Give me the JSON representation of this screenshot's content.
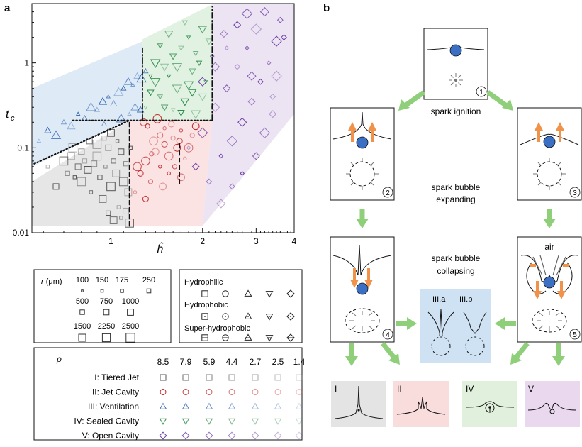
{
  "panel_labels": {
    "a": "a",
    "b": "b"
  },
  "chart_data": {
    "type": "scatter",
    "title": "",
    "xlabel": "ĥ",
    "ylabel": "t_c",
    "ylabel_main": "t",
    "ylabel_sub": "c",
    "xscale": "log",
    "yscale": "log",
    "xlim": [
      0.55,
      4.0
    ],
    "ylim": [
      0.01,
      5.0
    ],
    "x_ticks": [
      {
        "value": 1,
        "label": "1"
      },
      {
        "value": 2,
        "label": "2"
      },
      {
        "value": 3,
        "label": "3"
      },
      {
        "value": 4,
        "label": "4"
      }
    ],
    "y_ticks": [
      {
        "value": 0.01,
        "label": "0.01"
      },
      {
        "value": 0.1,
        "label": "0.1"
      },
      {
        "value": 1,
        "label": "1"
      }
    ],
    "regime_colors": {
      "I": "#555555",
      "II": "#c0282a",
      "III": "#3d6fb5",
      "IV": "#2a8a4a",
      "V": "#6a3ea0"
    },
    "region_fills": {
      "I": "#e6e6e6",
      "II": "#fbe3e3",
      "III": "#deebf7",
      "IV": "#e2f2e2",
      "V": "#ece3f3"
    },
    "series": [
      {
        "name": "I: Tiered Jet",
        "marker": "square",
        "points": [
          [
            0.62,
            0.06
          ],
          [
            0.66,
            0.035
          ],
          [
            0.7,
            0.07
          ],
          [
            0.72,
            0.05
          ],
          [
            0.74,
            0.08
          ],
          [
            0.76,
            0.045
          ],
          [
            0.78,
            0.06
          ],
          [
            0.8,
            0.04
          ],
          [
            0.82,
            0.07
          ],
          [
            0.84,
            0.055
          ],
          [
            0.86,
            0.03
          ],
          [
            0.88,
            0.065
          ],
          [
            0.9,
            0.08
          ],
          [
            0.92,
            0.045
          ],
          [
            0.94,
            0.025
          ],
          [
            0.96,
            0.06
          ],
          [
            0.98,
            0.1
          ],
          [
            1.0,
            0.035
          ],
          [
            1.02,
            0.07
          ],
          [
            1.04,
            0.05
          ],
          [
            1.06,
            0.02
          ],
          [
            1.08,
            0.09
          ],
          [
            1.1,
            0.04
          ],
          [
            1.12,
            0.065
          ],
          [
            1.14,
            0.03
          ],
          [
            1.16,
            0.1
          ],
          [
            0.85,
            0.12
          ],
          [
            0.9,
            0.11
          ],
          [
            0.95,
            0.13
          ],
          [
            1.0,
            0.15
          ],
          [
            1.05,
            0.12
          ],
          [
            0.8,
            0.09
          ],
          [
            0.75,
            0.1
          ],
          [
            0.98,
            0.017
          ],
          [
            1.02,
            0.014
          ],
          [
            1.08,
            0.015
          ],
          [
            1.12,
            0.018
          ],
          [
            1.15,
            0.013
          ]
        ]
      },
      {
        "name": "II: Jet Cavity",
        "marker": "circle",
        "points": [
          [
            1.2,
            0.03
          ],
          [
            1.25,
            0.05
          ],
          [
            1.3,
            0.07
          ],
          [
            1.35,
            0.04
          ],
          [
            1.4,
            0.09
          ],
          [
            1.45,
            0.06
          ],
          [
            1.5,
            0.11
          ],
          [
            1.55,
            0.08
          ],
          [
            1.6,
            0.13
          ],
          [
            1.65,
            0.1
          ],
          [
            1.7,
            0.16
          ],
          [
            1.45,
            0.14
          ],
          [
            1.38,
            0.12
          ],
          [
            1.32,
            0.18
          ],
          [
            1.28,
            0.2
          ],
          [
            1.5,
            0.17
          ],
          [
            1.58,
            0.19
          ],
          [
            1.42,
            0.22
          ],
          [
            1.62,
            0.06
          ],
          [
            1.7,
            0.045
          ],
          [
            1.75,
            0.075
          ],
          [
            1.3,
            0.025
          ],
          [
            1.22,
            0.06
          ],
          [
            1.36,
            0.085
          ],
          [
            1.48,
            0.035
          ],
          [
            1.55,
            0.05
          ],
          [
            1.68,
            0.12
          ],
          [
            1.8,
            0.1
          ],
          [
            1.85,
            0.14
          ],
          [
            1.9,
            0.18
          ]
        ]
      },
      {
        "name": "III: Ventilation",
        "marker": "triangle-up",
        "points": [
          [
            0.58,
            0.12
          ],
          [
            0.62,
            0.16
          ],
          [
            0.66,
            0.14
          ],
          [
            0.7,
            0.2
          ],
          [
            0.74,
            0.18
          ],
          [
            0.78,
            0.25
          ],
          [
            0.82,
            0.22
          ],
          [
            0.86,
            0.3
          ],
          [
            0.9,
            0.28
          ],
          [
            0.94,
            0.35
          ],
          [
            0.98,
            0.4
          ],
          [
            1.02,
            0.33
          ],
          [
            1.06,
            0.45
          ],
          [
            1.1,
            0.5
          ],
          [
            1.14,
            0.6
          ],
          [
            1.18,
            0.55
          ],
          [
            1.22,
            0.7
          ],
          [
            1.26,
            0.65
          ],
          [
            1.3,
            0.8
          ],
          [
            1.2,
            0.3
          ],
          [
            1.15,
            0.25
          ],
          [
            1.25,
            0.28
          ],
          [
            1.08,
            0.22
          ],
          [
            0.95,
            0.19
          ]
        ]
      },
      {
        "name": "IV: Sealed Cavity",
        "marker": "triangle-down",
        "points": [
          [
            1.3,
            0.3
          ],
          [
            1.35,
            0.45
          ],
          [
            1.4,
            0.6
          ],
          [
            1.45,
            0.4
          ],
          [
            1.5,
            0.9
          ],
          [
            1.55,
            0.7
          ],
          [
            1.6,
            1.2
          ],
          [
            1.65,
            0.5
          ],
          [
            1.7,
            1.5
          ],
          [
            1.75,
            0.35
          ],
          [
            1.8,
            2.0
          ],
          [
            1.85,
            0.8
          ],
          [
            1.9,
            0.25
          ],
          [
            1.95,
            1.0
          ],
          [
            2.0,
            2.5
          ],
          [
            2.05,
            0.6
          ],
          [
            2.1,
            1.8
          ],
          [
            1.4,
            1.0
          ],
          [
            1.45,
            1.6
          ],
          [
            1.55,
            2.2
          ],
          [
            1.6,
            0.28
          ],
          [
            1.7,
            0.26
          ],
          [
            1.8,
            0.55
          ],
          [
            1.9,
            1.3
          ],
          [
            2.0,
            0.4
          ],
          [
            1.35,
            0.7
          ],
          [
            1.5,
            0.3
          ],
          [
            1.65,
            0.9
          ],
          [
            1.75,
            3.0
          ],
          [
            1.85,
            0.45
          ]
        ]
      },
      {
        "name": "V: Open Cavity",
        "marker": "diamond",
        "points": [
          [
            1.8,
            0.1
          ],
          [
            1.9,
            0.06
          ],
          [
            2.0,
            0.15
          ],
          [
            2.1,
            0.04
          ],
          [
            2.2,
            0.3
          ],
          [
            2.3,
            0.08
          ],
          [
            2.4,
            0.5
          ],
          [
            2.5,
            0.12
          ],
          [
            2.6,
            0.9
          ],
          [
            2.7,
            0.2
          ],
          [
            2.8,
            1.5
          ],
          [
            2.9,
            0.35
          ],
          [
            3.0,
            2.5
          ],
          [
            3.1,
            0.6
          ],
          [
            3.2,
            4.0
          ],
          [
            3.3,
            1.0
          ],
          [
            3.4,
            0.25
          ],
          [
            3.5,
            1.8
          ],
          [
            3.6,
            3.2
          ],
          [
            2.2,
            0.9
          ],
          [
            2.4,
            1.5
          ],
          [
            2.6,
            2.8
          ],
          [
            2.8,
            3.8
          ],
          [
            2.5,
            0.035
          ],
          [
            2.3,
            0.022
          ],
          [
            2.7,
            0.05
          ],
          [
            3.0,
            0.08
          ],
          [
            3.2,
            0.15
          ],
          [
            3.4,
            0.4
          ],
          [
            2.0,
            0.6
          ],
          [
            2.15,
            1.2
          ],
          [
            2.35,
            2.2
          ],
          [
            3.5,
            0.7
          ],
          [
            3.7,
            2.0
          ],
          [
            2.9,
            0.7
          ]
        ]
      }
    ],
    "boundaries": [
      {
        "name": "dotted-horizontal",
        "from": [
          0.75,
          0.21
        ],
        "to": [
          2.15,
          0.21
        ]
      },
      {
        "name": "dotted-diagonal",
        "from": [
          0.56,
          0.065
        ],
        "to": [
          1.15,
          0.21
        ]
      },
      {
        "name": "dashed-vertical-1",
        "from": [
          1.15,
          0.012
        ],
        "to": [
          1.15,
          0.21
        ]
      },
      {
        "name": "dash-dot-vertical",
        "from": [
          1.27,
          0.21
        ],
        "to": [
          1.27,
          1.5
        ]
      },
      {
        "name": "dashed-vertical-2",
        "from": [
          1.68,
          0.038
        ],
        "to": [
          1.68,
          0.12
        ]
      },
      {
        "name": "dash-dot-vertical-2",
        "from": [
          2.15,
          0.21
        ],
        "to": [
          2.15,
          4.6
        ]
      }
    ]
  },
  "legend_size": {
    "title_r": "r",
    "title_unit": "(μm)",
    "rows": [
      [
        "100",
        "150",
        "175",
        "250"
      ],
      [
        "500",
        "750",
        "1000"
      ],
      [
        "1500",
        "2250",
        "2500"
      ]
    ]
  },
  "legend_wetting": {
    "rows": [
      "Hydrophilic",
      "Hydrophobic",
      "Super-hydrophobic"
    ]
  },
  "legend_regime": {
    "rho_symbol": "ρ",
    "rho_values": [
      "8.5",
      "7.9",
      "5.9",
      "4.4",
      "2.7",
      "2.5",
      "1.4"
    ],
    "regimes": [
      "I: Tiered Jet",
      "II: Jet Cavity",
      "III: Ventilation",
      "IV: Sealed Cavity",
      "V: Open Cavity"
    ]
  },
  "diagram": {
    "labels": {
      "spark_ignition": "spark ignition",
      "spark_bubble_expanding_1": "spark bubble",
      "spark_bubble_expanding_2": "expanding",
      "spark_bubble_collapsing_1": "spark bubble",
      "spark_bubble_collapsing_2": "collapsing",
      "air": "air",
      "IIIa": "III.a",
      "IIIb": "III.b"
    },
    "step_numbers": [
      "1",
      "2",
      "3",
      "4",
      "5"
    ],
    "outcomes": [
      "I",
      "II",
      "IV",
      "V"
    ],
    "colors": {
      "bubble": "#3b6fc4",
      "arrow_orange": "#f0924a",
      "arrow_green": "#8fcf7a",
      "box_blue": "#cfe2f3",
      "out_I": "#e4e4e4",
      "out_II": "#f9dcdc",
      "out_IV": "#e1f0dc",
      "out_V": "#ead8ee"
    }
  }
}
